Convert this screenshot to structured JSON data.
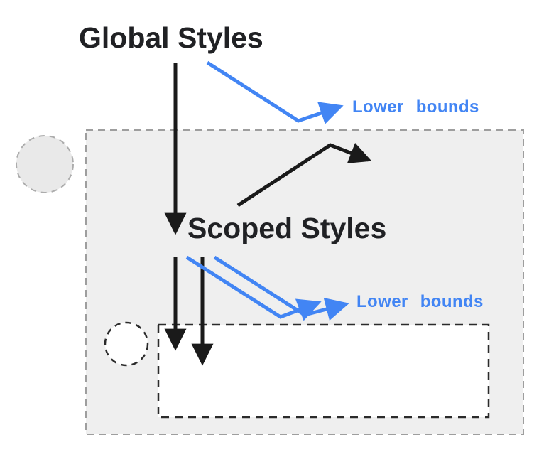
{
  "diagram": {
    "labels": {
      "global_styles": "Global Styles",
      "scoped_styles": "Scoped Styles",
      "lower_bounds_top": "Lower bounds",
      "lower_bounds_middle": "Lower bounds"
    }
  },
  "colors": {
    "accent-blue": "#4285F4",
    "text-black": "#202124",
    "arrow-black": "#1A1A1A",
    "box-fill": "#EFEFEF",
    "outer-dash": "#9E9E9E",
    "inner-dash": "#2B2B2B",
    "circle-gray-fill": "#E9E9E9",
    "circle-gray-stroke": "#ACACAC",
    "white": "#FFFFFF"
  }
}
